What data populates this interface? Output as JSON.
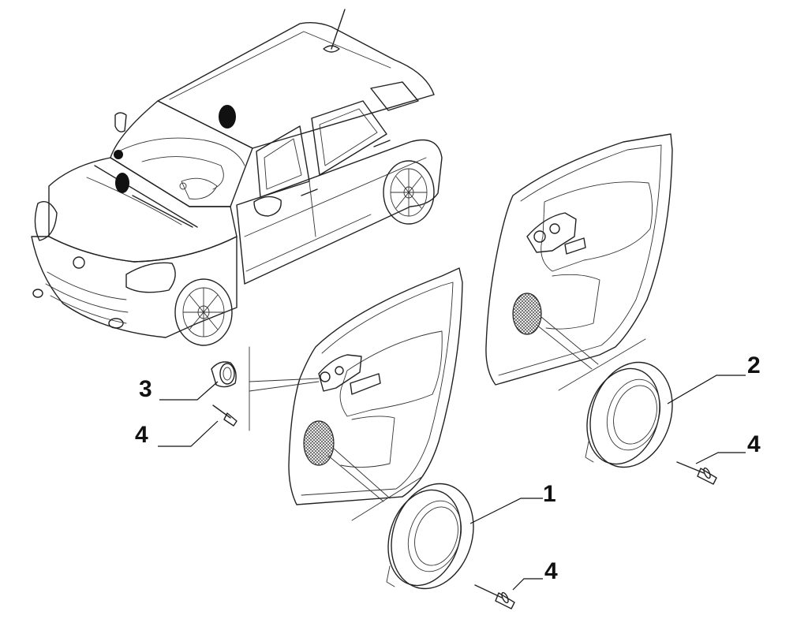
{
  "callouts": {
    "speaker_front": "1",
    "speaker_rear": "2",
    "tweeter": "3",
    "rivet_a": "4",
    "rivet_b": "4",
    "rivet_c": "4"
  },
  "colors": {
    "line": "#222222",
    "speaker_grille": "#555555",
    "background": "#ffffff"
  }
}
